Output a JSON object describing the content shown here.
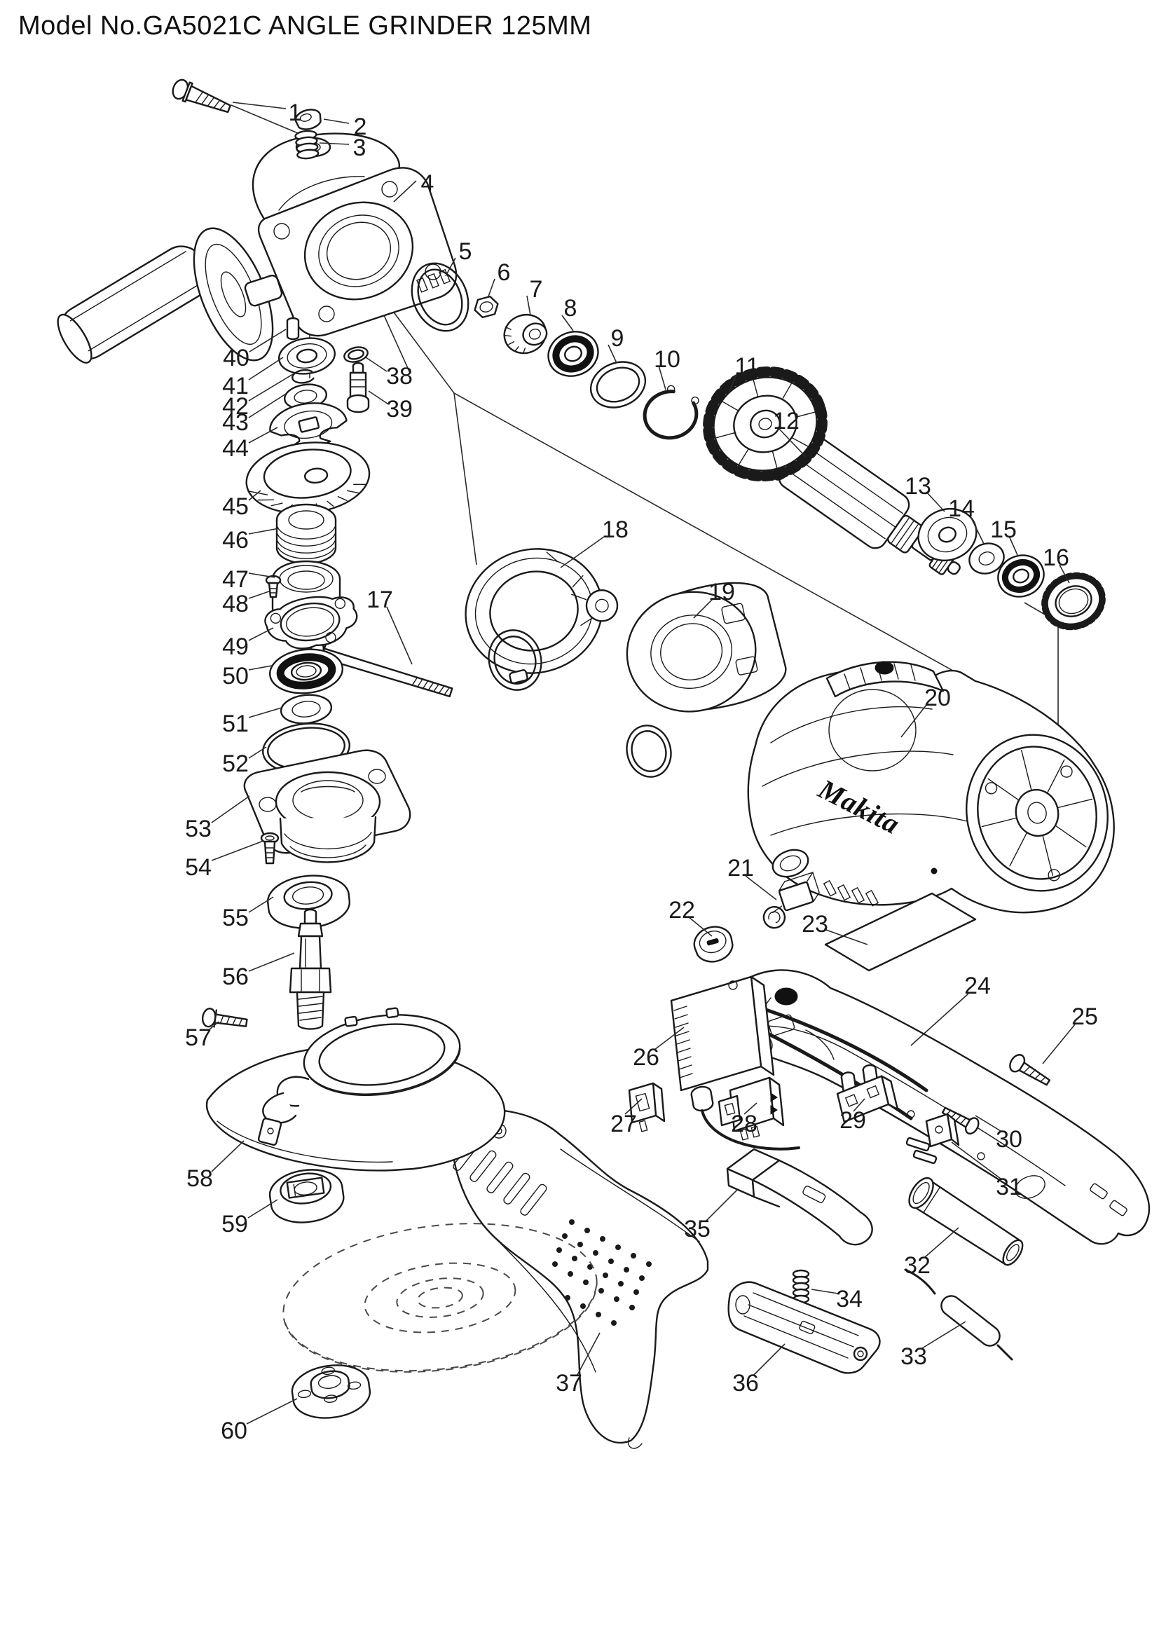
{
  "title": "Model No.GA5021C ANGLE GRINDER 125MM",
  "brand": {
    "logo": "Makita"
  },
  "parts": [
    "1",
    "2",
    "3",
    "4",
    "5",
    "6",
    "7",
    "8",
    "9",
    "10",
    "11",
    "12",
    "13",
    "14",
    "15",
    "16",
    "17",
    "18",
    "19",
    "20",
    "21",
    "22",
    "23",
    "24",
    "25",
    "26",
    "27",
    "28",
    "29",
    "30",
    "31",
    "32",
    "33",
    "34",
    "35",
    "36",
    "37",
    "38",
    "39",
    "40",
    "41",
    "42",
    "43",
    "44",
    "45",
    "46",
    "47",
    "48",
    "49",
    "50",
    "51",
    "52",
    "53",
    "54",
    "55",
    "56",
    "57",
    "58",
    "59",
    "60"
  ]
}
